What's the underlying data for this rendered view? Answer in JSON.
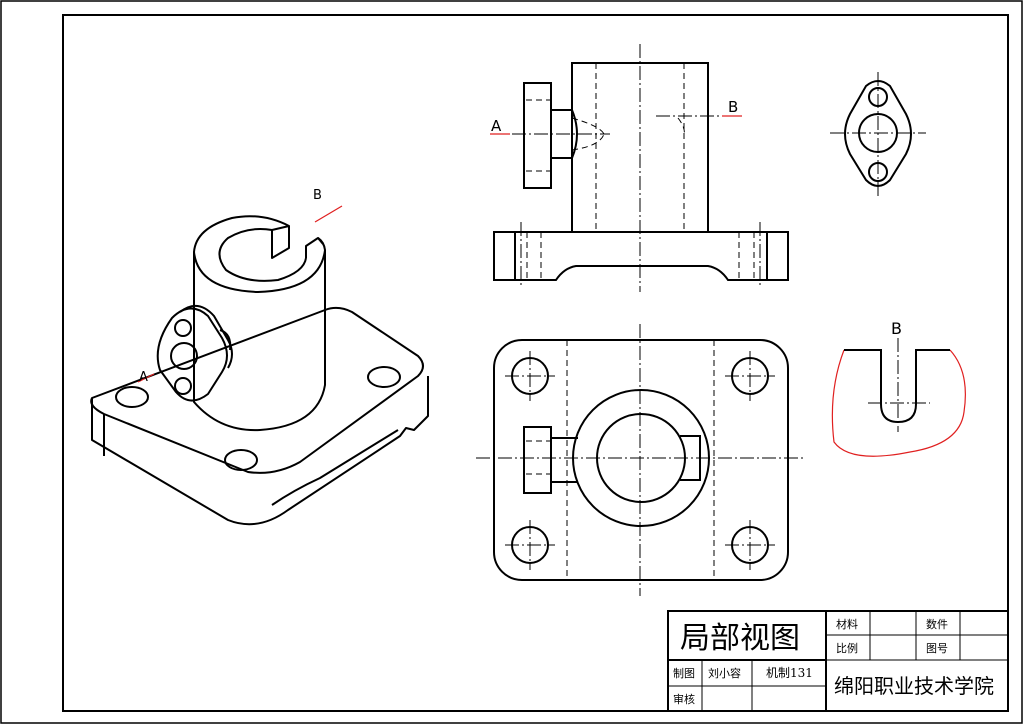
{
  "labels": {
    "iso_section_b": "B",
    "iso_view_a": "A",
    "front_view_a": "A",
    "front_section_b": "B",
    "local_view_b": "B"
  },
  "title_block": {
    "drawing_title": "局部视图",
    "material_label": "材料",
    "quantity_label": "数件",
    "scale_label": "比例",
    "drawing_no_label": "图号",
    "drawn_by_label": "制图",
    "drawn_by_name": "刘小容",
    "class_name": "机制131",
    "reviewed_by_label": "审核",
    "school_name": "绵阳职业技术学院"
  },
  "colors": {
    "line": "#000000",
    "annotation": "#e02020"
  }
}
